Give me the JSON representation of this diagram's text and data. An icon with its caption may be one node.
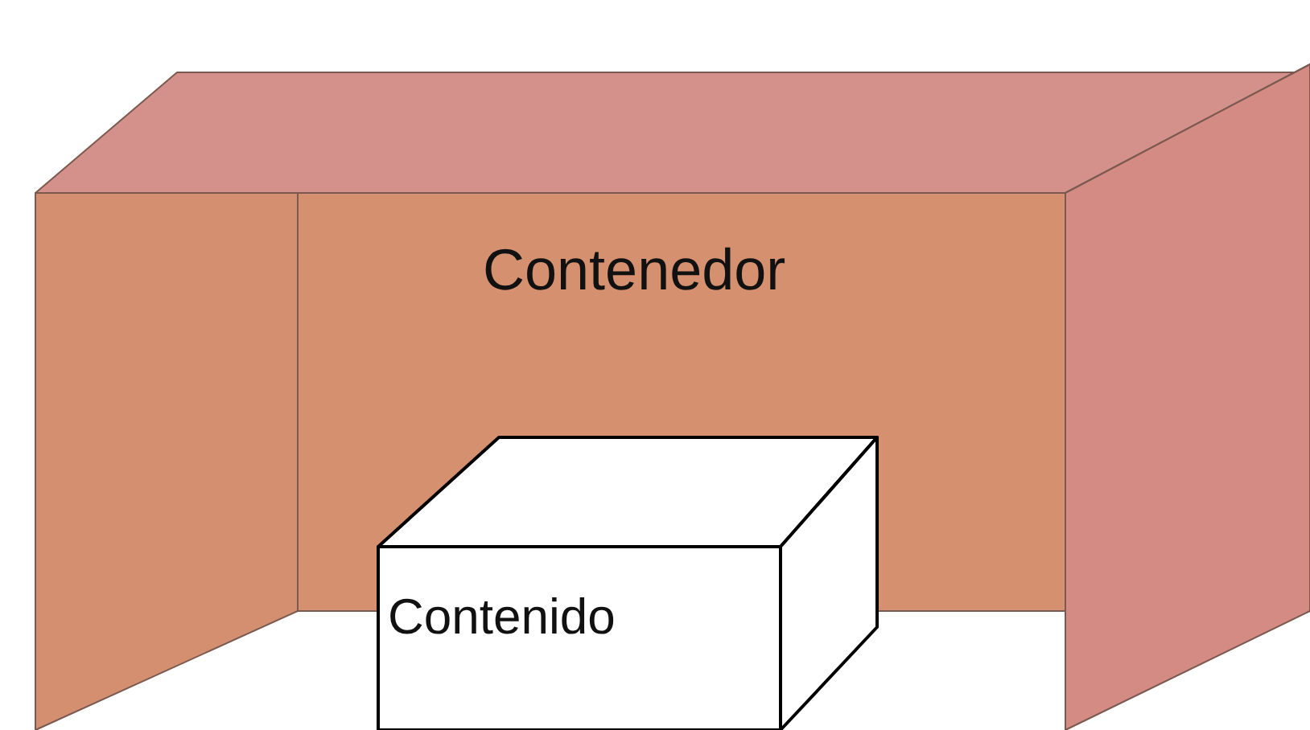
{
  "diagram": {
    "nodes": [
      {
        "text": [
          "Contenedor"
        ]
      },
      {
        "text": [
          "Contenido"
        ],
        "in": 0
      }
    ],
    "edges": []
  }
}
